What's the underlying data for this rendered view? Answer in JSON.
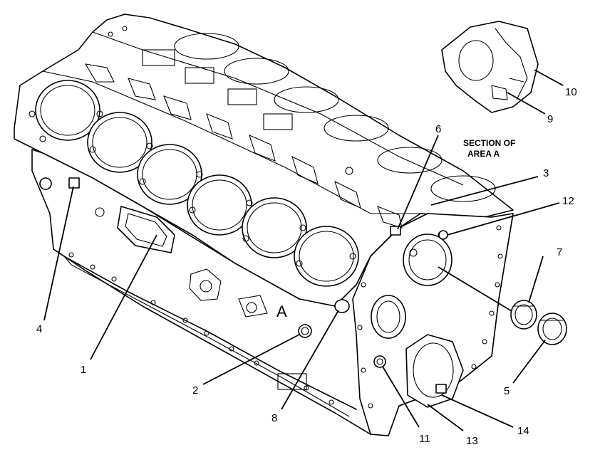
{
  "section_label": [
    "SECTION OF",
    "AREA A"
  ],
  "area_letter": "A",
  "callouts": [
    {
      "id": "1",
      "label": "1"
    },
    {
      "id": "2",
      "label": "2"
    },
    {
      "id": "3",
      "label": "3"
    },
    {
      "id": "4",
      "label": "4"
    },
    {
      "id": "5",
      "label": "5"
    },
    {
      "id": "6",
      "label": "6"
    },
    {
      "id": "7",
      "label": "7"
    },
    {
      "id": "8",
      "label": "8"
    },
    {
      "id": "9",
      "label": "9"
    },
    {
      "id": "10",
      "label": "10"
    },
    {
      "id": "11",
      "label": "11"
    },
    {
      "id": "12",
      "label": "12"
    },
    {
      "id": "13",
      "label": "13"
    },
    {
      "id": "14",
      "label": "14"
    }
  ]
}
